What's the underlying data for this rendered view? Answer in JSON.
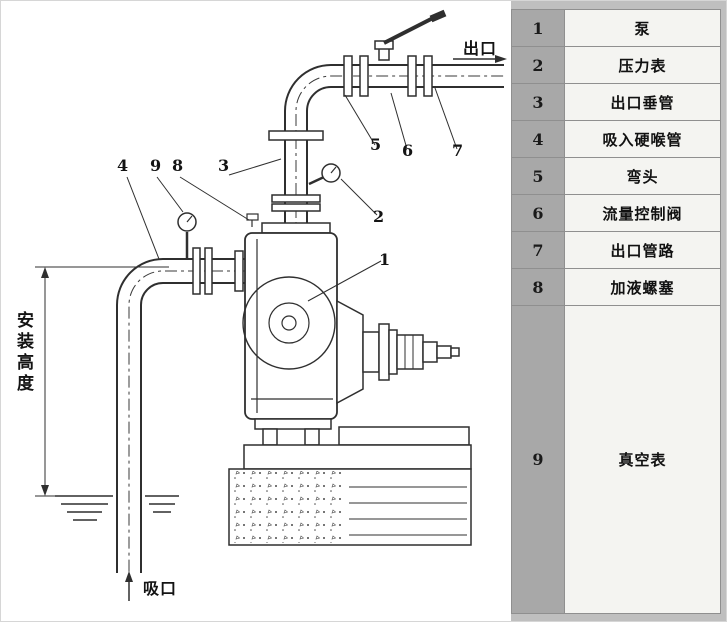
{
  "diagram": {
    "outlet_label": "出口",
    "suction_label": "吸口",
    "install_height_label": "安装高度",
    "callouts": {
      "c1": "1",
      "c2": "2",
      "c3": "3",
      "c4": "4",
      "c5": "5",
      "c6": "6",
      "c7": "7",
      "c8": "8",
      "c9": "9"
    }
  },
  "legend": {
    "rows": [
      {
        "num": "1",
        "label": "泵"
      },
      {
        "num": "2",
        "label": "压力表"
      },
      {
        "num": "3",
        "label": "出口垂管"
      },
      {
        "num": "4",
        "label": "吸入硬喉管"
      },
      {
        "num": "5",
        "label": "弯头"
      },
      {
        "num": "6",
        "label": "流量控制阀"
      },
      {
        "num": "7",
        "label": "出口管路"
      },
      {
        "num": "8",
        "label": "加液螺塞"
      },
      {
        "num": "9",
        "label": "真空表"
      }
    ]
  },
  "colors": {
    "line": "#2f2f2f",
    "legend_num_bg": "#a8a8a8",
    "legend_label_bg": "#f4f4f1",
    "page_bg": "#ffffff"
  }
}
